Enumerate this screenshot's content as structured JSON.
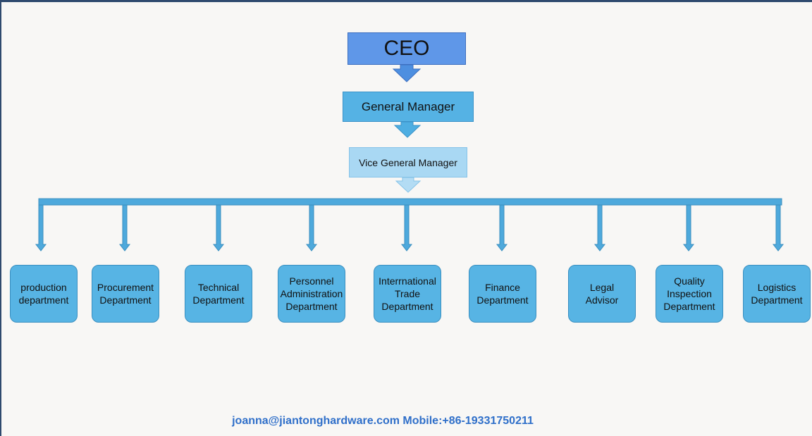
{
  "chart": {
    "ceo": "CEO",
    "general_manager": "General Manager",
    "vice_general_manager": "Vice General Manager",
    "departments": [
      "production\ndepartment",
      "Procurement\nDepartment",
      "Technical\nDepartment",
      "Personnel\nAdministration\nDepartment",
      "Interrnational\nTrade\nDepartment",
      "Finance\nDepartment",
      "Legal\nAdvisor",
      "Quality\nInspection\nDepartment",
      "Logistics\nDepartment"
    ]
  },
  "footer": {
    "contact": "joanna@jiantonghardware.com Mobile:+86-19331750211"
  },
  "colors": {
    "ceo": "#5f97e8",
    "general_manager": "#55b2e4",
    "vice_general_manager": "#a9d8f3",
    "department": "#57b4e4",
    "connector": "#4ea9dc",
    "contact_text": "#2f6fc9"
  }
}
